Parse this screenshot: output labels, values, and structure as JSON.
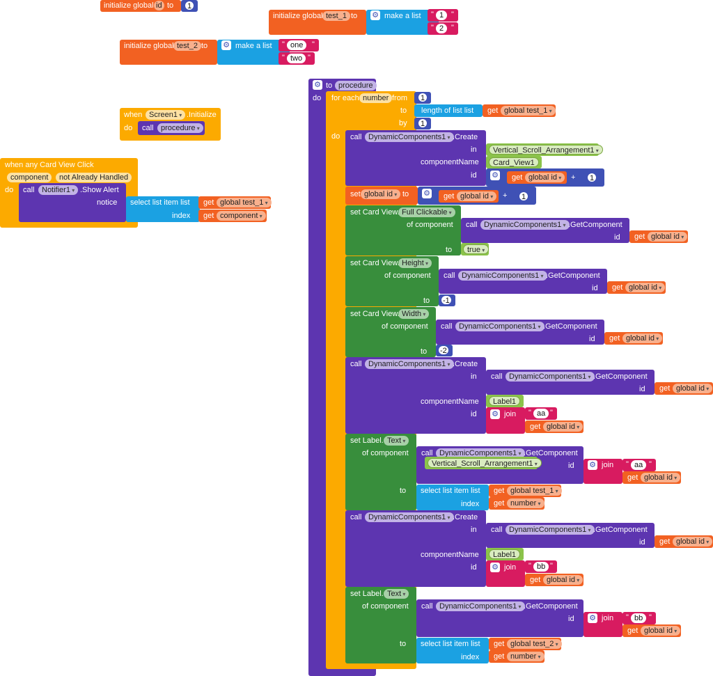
{
  "globals": [
    {
      "prefix": "initialize global",
      "name": "id",
      "to": "to",
      "value": "1"
    },
    {
      "prefix": "initialize global",
      "name": "test_1",
      "to": "to",
      "make": "make a list",
      "items": [
        "1",
        "2"
      ]
    },
    {
      "prefix": "initialize global",
      "name": "test_2",
      "to": "to",
      "make": "make a list",
      "items": [
        "one",
        "two"
      ]
    }
  ],
  "screen_init": {
    "when": "when",
    "component": "Screen1",
    "event": ".Initialize",
    "do": "do",
    "call": "call",
    "procedure": "procedure"
  },
  "card_click": {
    "header": "when any Card View Click",
    "param1": "component",
    "param2": "not Already Handled",
    "do": "do",
    "call": "call",
    "notifier": "Notifier1",
    "method": ".Show Alert",
    "notice": "notice",
    "select": "select list item  list",
    "get": "get",
    "list_var": "global test_1",
    "index": "index",
    "index_var": "component"
  },
  "proc": {
    "to": "to",
    "name": "procedure",
    "do": "do",
    "foreach": "for each",
    "var": "number",
    "from": "from",
    "from_val": "1",
    "to_lbl": "to",
    "length": "length of list  list",
    "length_var": "global test_1",
    "by": "by",
    "by_val": "1",
    "call": "call",
    "get": "get",
    "dc": "DynamicComponents1",
    "create": ".Create",
    "getcomp": ".GetComponent",
    "in": "in",
    "componentName": "componentName",
    "id": "id",
    "of_component": "of component",
    "vsa": "Vertical_Scroll_Arrangement1",
    "card_view": "Card_View1",
    "label1": "Label1",
    "gid": "global id",
    "plus": "+",
    "one": "1",
    "set": "set",
    "set_gid": "global id",
    "set_cv": "set Card View.",
    "full_clickable": "Full Clickable",
    "height": "Height",
    "width": "Width",
    "true": "true",
    "neg1": "-1",
    "neg2": "-2",
    "set_label": "set Label.",
    "text": "Text",
    "join": "join",
    "aa": "aa",
    "bb": "bb",
    "select": "select list item  list",
    "test1": "global test_1",
    "test2": "global test_2",
    "index": "index",
    "number": "number"
  },
  "colors": {
    "variables": "#f26122",
    "lists": "#1ba1e2",
    "text": "#d81b60",
    "components": "#5d35b0",
    "control": "#fcaa00",
    "setters": "#388e3c",
    "math": "#3f51b5"
  }
}
